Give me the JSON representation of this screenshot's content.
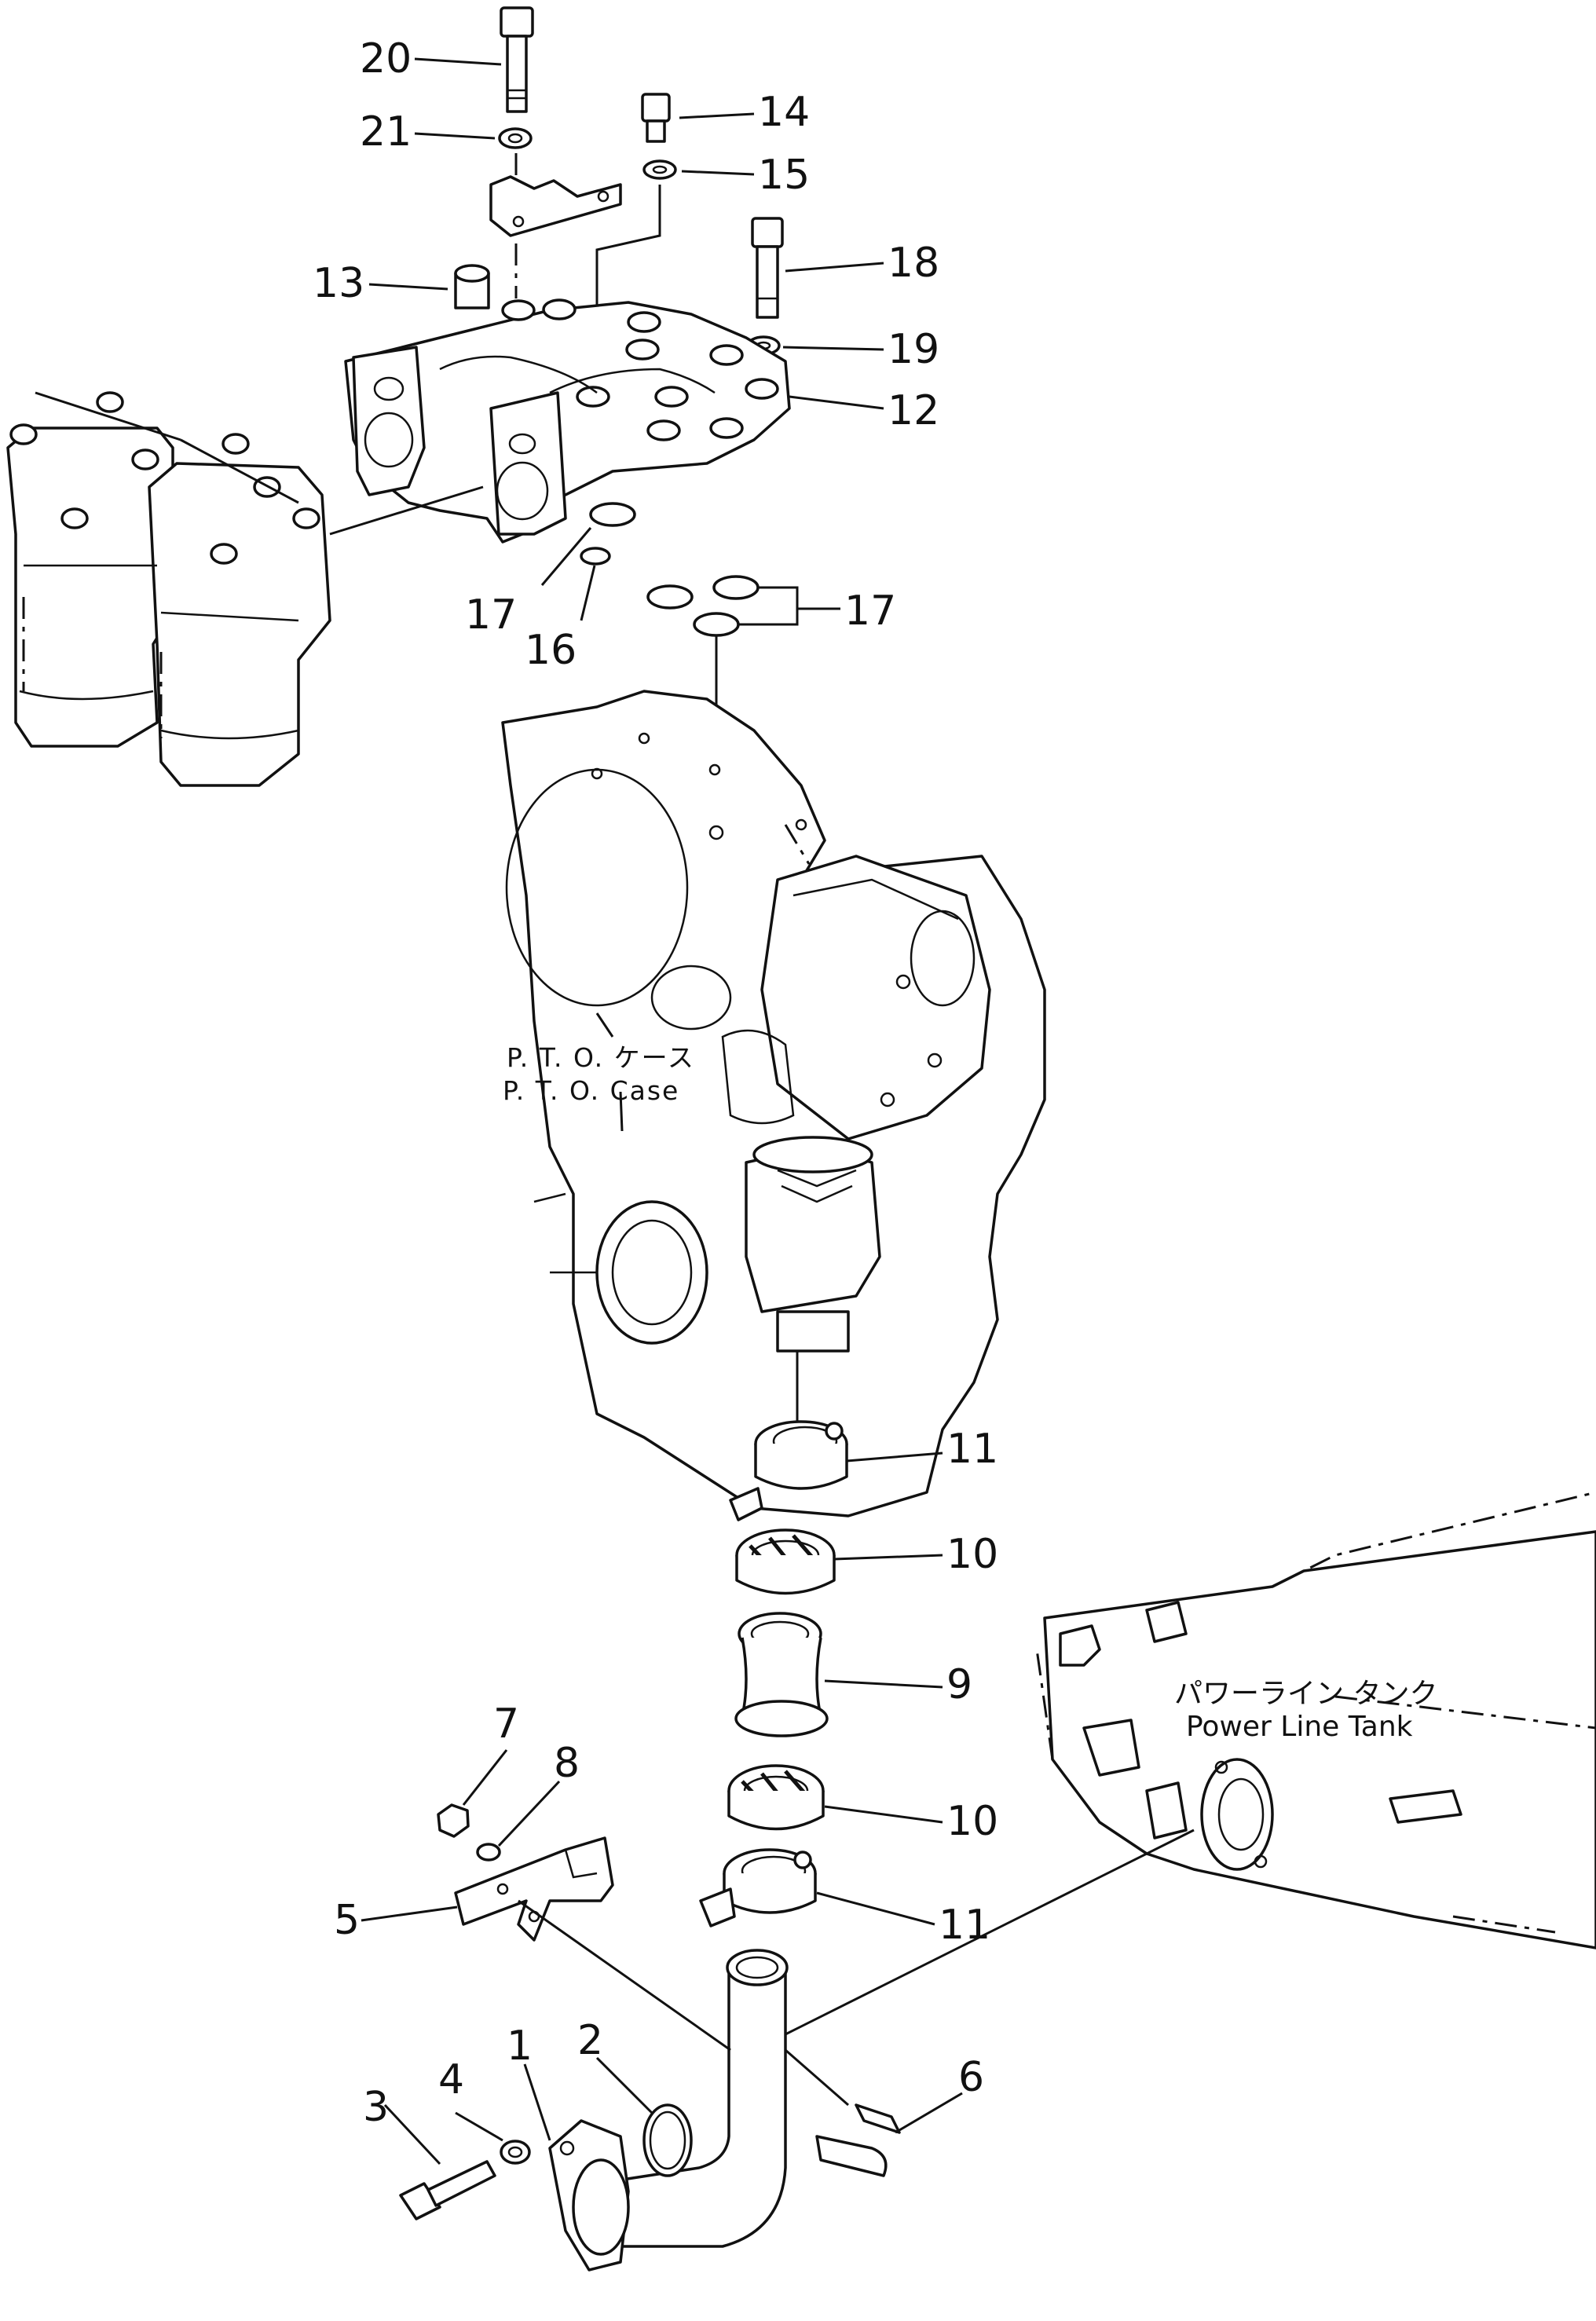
{
  "callouts": [
    "20",
    "21",
    "14",
    "15",
    "13",
    "18",
    "19",
    "12",
    "17",
    "16",
    "17",
    "11",
    "10",
    "9",
    "10",
    "11",
    "7",
    "8",
    "5",
    "2",
    "1",
    "3",
    "4",
    "6"
  ],
  "labels": {
    "pto_jp": "P. T. O. ケース",
    "pto_en": "P. T. O.  Case",
    "tank_jp": "パワーライン  タンク",
    "tank_en": "Power Line Tank"
  }
}
